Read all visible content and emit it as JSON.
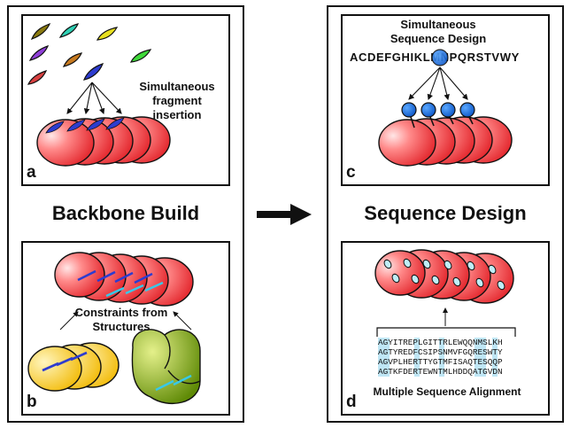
{
  "left": {
    "heading": "Backbone Build",
    "panel_a": {
      "letter": "a",
      "caption": "Simultaneous fragment insertion"
    },
    "panel_b": {
      "letter": "b",
      "caption": "Constraints from Structures"
    }
  },
  "right": {
    "heading": "Sequence Design",
    "panel_c": {
      "letter": "c",
      "caption": "Simultaneous Sequence Design",
      "alphabet_left": "ACDEFGHIK",
      "alphabet_highlight": "L",
      "alphabet_right": "MNPQRSTVWY"
    },
    "panel_d": {
      "letter": "d",
      "caption": "Multiple Sequence Alignment",
      "alignment": [
        "AGYITREPLGITTRLEWQQNMSLKH",
        "AGTYREDFCSIPSNMVFGQRESWTY",
        "AGVPLHERTTYGTMFISAQTESQQP",
        "AGTKFDERTEWNTMLHDDQATGVDN"
      ]
    }
  },
  "colors": {
    "protein_red": "#e8262a",
    "fragment_blue": "#2d3ccf",
    "node_blue": "#1a6fe0",
    "cyan": "#38c8e8",
    "yellow": "#f5c400",
    "green": "#7a9e10",
    "msa_highlight": "#bfe6f5"
  }
}
